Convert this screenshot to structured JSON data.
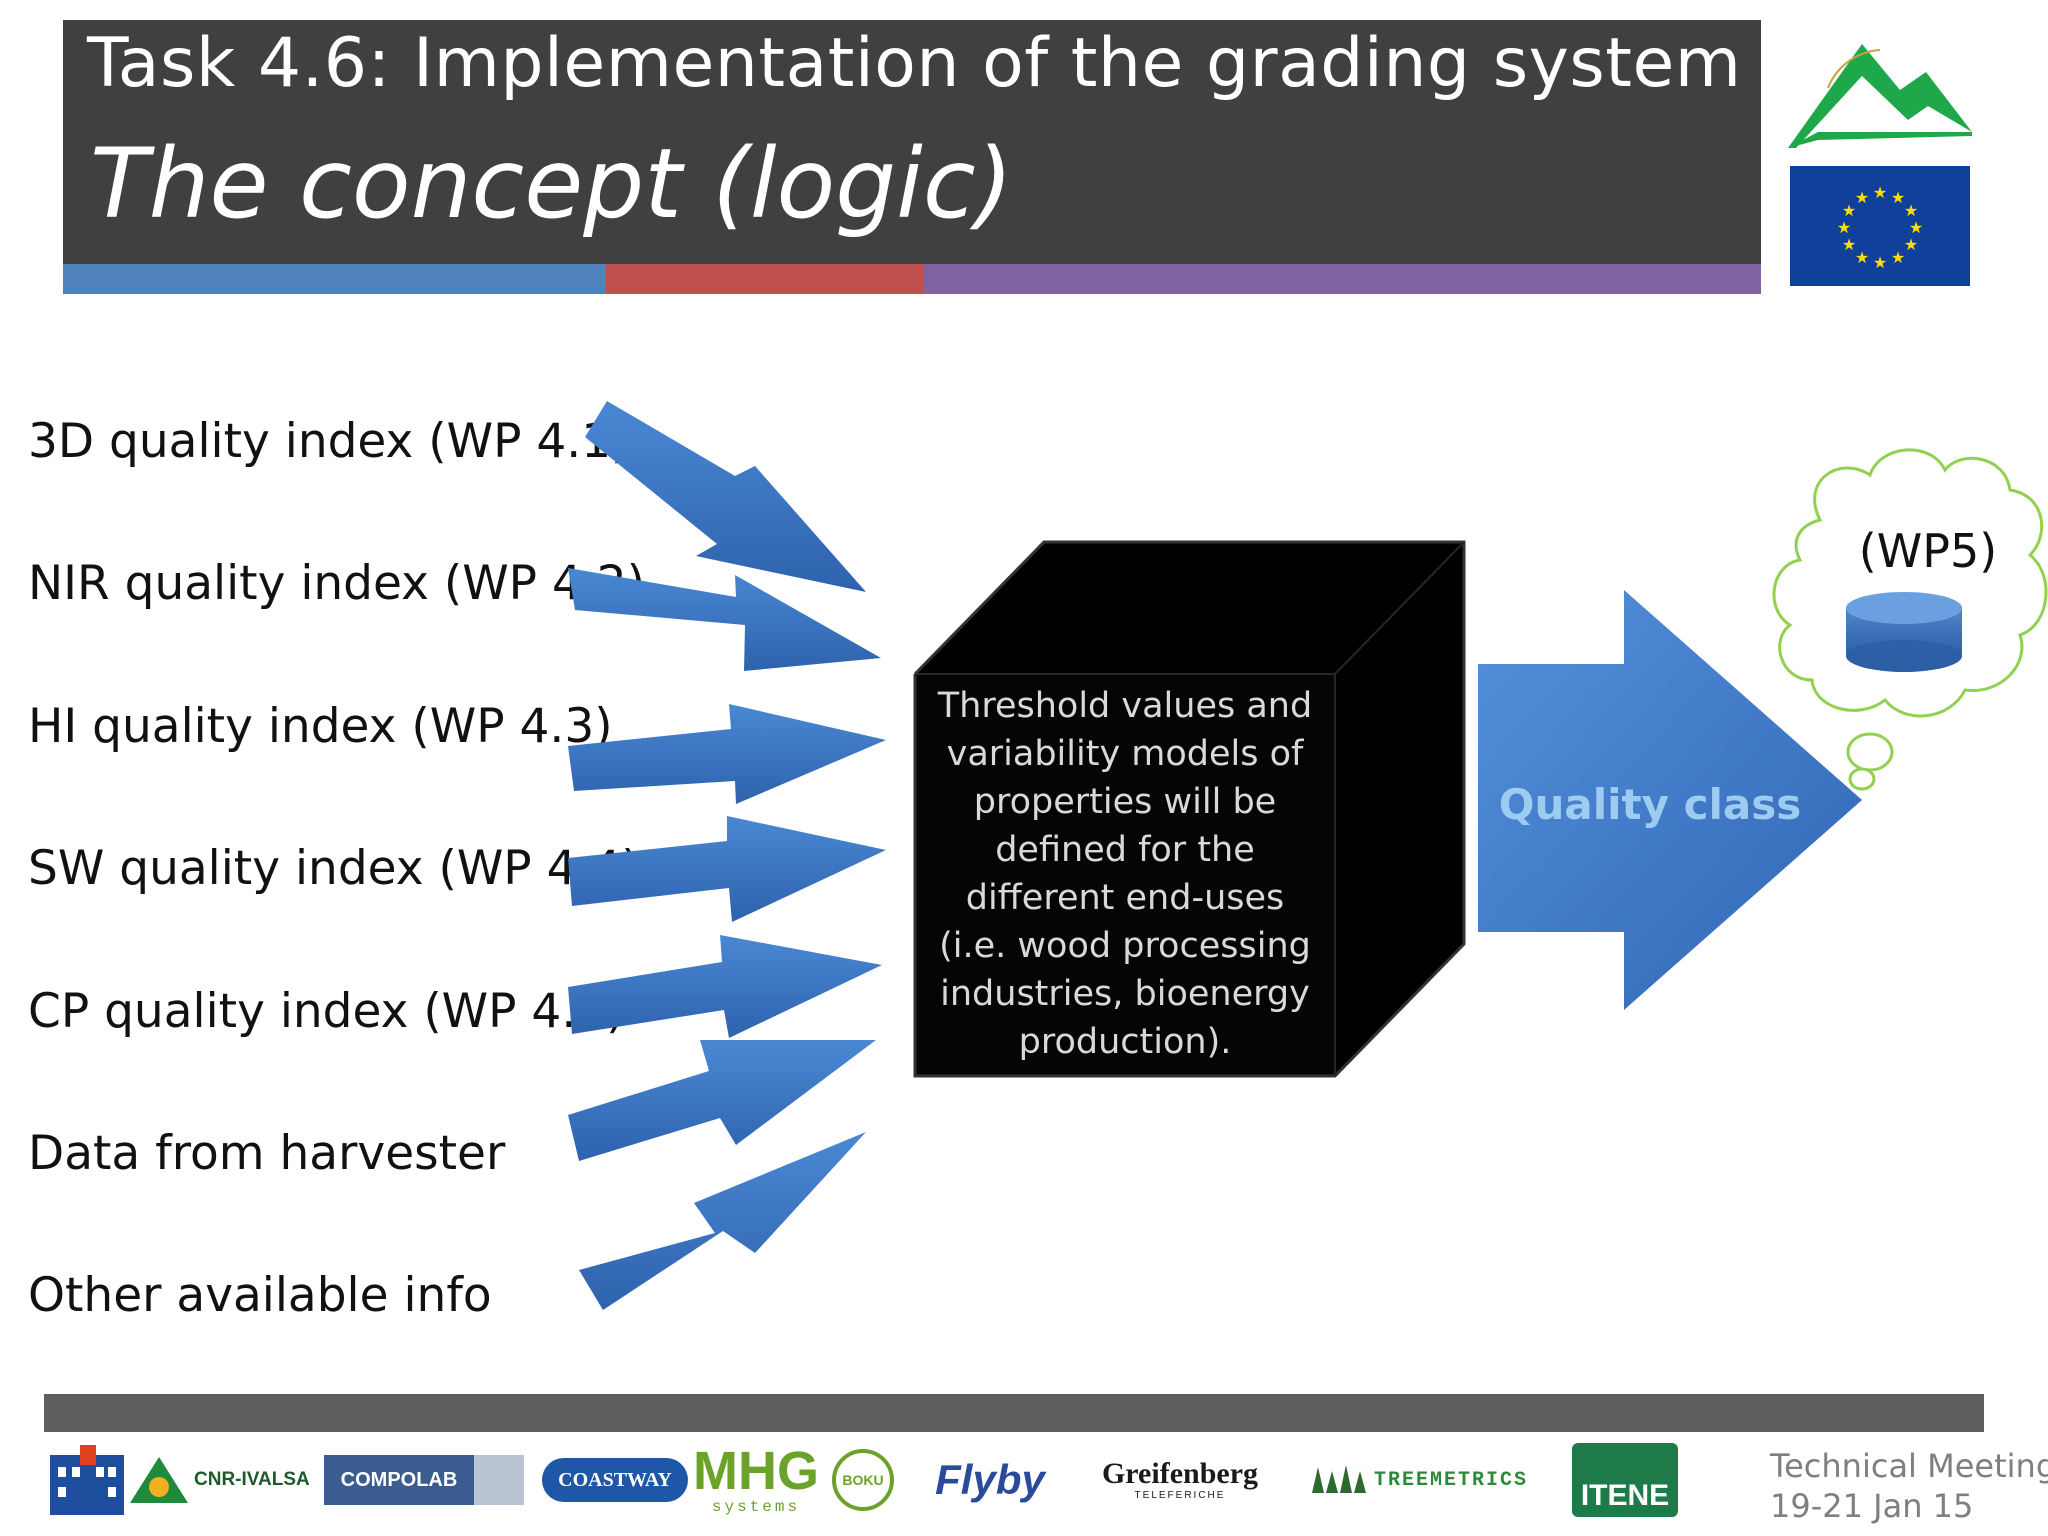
{
  "header": {
    "title": "Task 4.6: Implementation of the grading system",
    "subtitle": "The concept (logic)"
  },
  "inputs": [
    "3D quality index (WP 4.1)",
    "NIR quality index (WP 4.2)",
    "HI quality index (WP 4.3)",
    "SW quality index (WP 4.4)",
    "CP quality index (WP 4.5)",
    "Data from harvester",
    "Other available info"
  ],
  "black_box": {
    "lines": [
      "Threshold values and",
      "variability models of",
      "properties will be",
      "defined for the",
      "different end-uses",
      "(i.e. wood processing",
      "industries, bioenergy",
      "production)."
    ]
  },
  "output": {
    "label": "Quality class",
    "cloud_label": "(WP5)"
  },
  "footer": {
    "meeting_title": "Technical Meeting",
    "meeting_date": "19-21 Jan 15",
    "logos": {
      "cnr": "CNR-IVALSA",
      "compolab": "COMPOLAB",
      "coastway": "COASTWAY",
      "mhg": "MHG",
      "mhg_sub": "systems",
      "boku": "BOKU",
      "flyby": "Flyby",
      "greifenberg": "Greifenberg",
      "greifenberg_sub": "TELEFERICHE",
      "treemetrics": "TREEMETRICS",
      "itene": "ITENE"
    }
  },
  "colors": {
    "header_bg": "#404040",
    "stripe_blue": "#4f81bd",
    "stripe_red": "#c0504d",
    "stripe_purple": "#8064a2",
    "arrow_blue": "#3c78c8",
    "quality_text": "#9ecbf0",
    "cloud_green": "#92d050"
  }
}
